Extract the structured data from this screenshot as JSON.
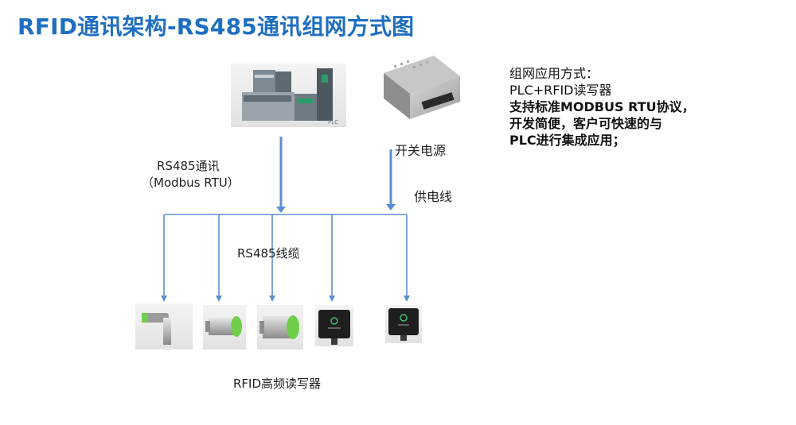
{
  "title": {
    "text": "RFID通讯架构-RS485通讯组网方式图",
    "color": "#1f6fc1"
  },
  "diagram": {
    "plc_label": "PLC",
    "power_supply_label": "开关电源",
    "rs485_comm_label": "RS485通讯",
    "modbus_label": "（Modbus RTU）",
    "power_line_label": "供电线",
    "rs485_cable_label": "RS485线缆",
    "readers_label": "RFID高频读写器",
    "line_color": "#5b8fd0"
  },
  "side_panel": {
    "lines": [
      {
        "text": "组网应用方式：",
        "bold": false
      },
      {
        "text": "PLC+RFID读写器",
        "bold": false
      },
      {
        "text": "支持标准MODBUS RTU协议，",
        "bold": true
      },
      {
        "text": "开发简便，客户可快速的与",
        "bold": true
      },
      {
        "text": "PLC进行集成应用；",
        "bold": true
      }
    ]
  }
}
